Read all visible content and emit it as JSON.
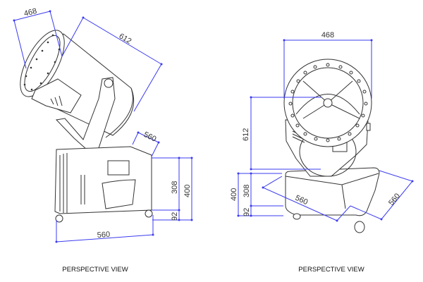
{
  "left_view": {
    "caption": "PERSPECTIVE VIEW",
    "dimensions": {
      "lamp_diameter": "468",
      "lamp_length": "612",
      "base_depth": "560",
      "base_height": "308",
      "total_base_height": "400",
      "wheel_height": "92",
      "base_width": "560"
    }
  },
  "right_view": {
    "caption": "PERSPECTIVE VIEW",
    "dimensions": {
      "lamp_diameter": "468",
      "lamp_length": "612",
      "total_base_height": "400",
      "base_height": "308",
      "wheel_height": "92",
      "base_width": "560",
      "base_depth": "560"
    }
  },
  "colors": {
    "dimension_line": "#3b3bf0",
    "drawing_line": "#333333"
  }
}
